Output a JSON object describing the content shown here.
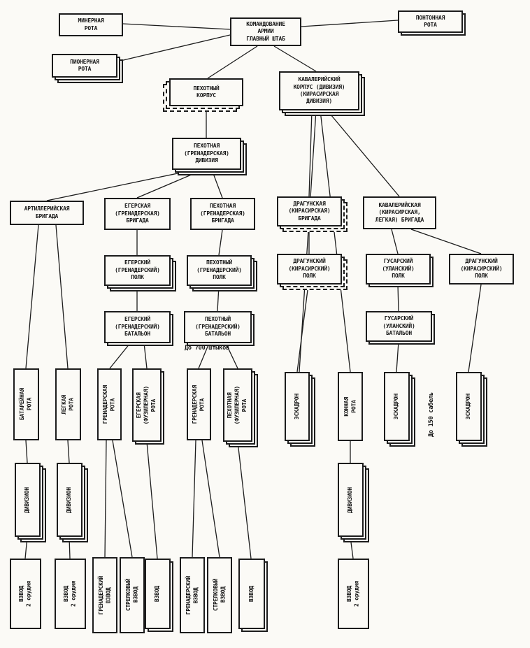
{
  "diagram": {
    "language": "ru",
    "subject": "Army organization chart"
  },
  "nodes": {
    "command": "КОМАНДОВАНИЕ\nАРМИИ\nГЛАВНЫЙ ШТАБ",
    "miner_company": "МИНЕРНАЯ\nРОТА",
    "pioneer_company": "ПИОНЕРНАЯ\nРОТА",
    "pontoon_company": "ПОНТОННАЯ\nРОТА",
    "infantry_corps": "ПЕХОТНЫЙ\nКОРПУС",
    "cavalry_corps": "КАВАЛЕРИЙСКИЙ\nКОРПУС (ДИВИЗИЯ)\n(КИРАСИРСКАЯ\nДИВИЗИЯ)",
    "infantry_division": "ПЕХОТНАЯ\n(ГРЕНАДЕРСКАЯ)\nДИВИЗИЯ",
    "artillery_brigade": "АРТИЛЛЕРИЙСКАЯ\nБРИГАДА",
    "jaeger_brigade": "ЕГЕРСКАЯ\n(ГРЕНАДЕРСКАЯ)\nБРИГАДА",
    "infantry_brigade": "ПЕХОТНАЯ\n(ГРЕНАДЕРСКАЯ)\nБРИГАДА",
    "dragoon_brigade": "ДРАГУНСКАЯ\n(КИРАСИРСКАЯ)\nБРИГАДА",
    "cavalry_brigade": "КАВАЛЕРИЙСКАЯ\n(КИРАСИРСКАЯ,\nЛЕГКАЯ) БРИГАДА",
    "jaeger_regiment": "ЕГЕРСКИЙ\n(ГРЕНАДЕРСКИЙ)\nПОЛК",
    "infantry_regiment": "ПЕХОТНЫЙ\n(ГРЕНАДЕРСКИЙ)\nПОЛК",
    "dragoon_regiment": "ДРАГУНСКИЙ\n(КИРАСИРСКИЙ)\nПОЛК",
    "hussar_regiment": "ГУСАРСКИЙ\n(УЛАНСКИЙ)\nПОЛК",
    "jaeger_battalion": "ЕГЕРСКИЙ\n(ГРЕНАДЕРСКИЙ)\nБАТАЛЬОН",
    "infantry_battalion": "ПЕХОТНЫЙ\n(ГРЕНАДЕРСКИЙ)\nБАТАЛЬОН",
    "hussar_battalion": "ГУСАРСКИЙ\n(УЛАНСКИЙ)\nБАТАЛЬОН",
    "battery_company": "БАТАРЕЙНАЯ\nРОТА",
    "light_company": "ЛЕГКАЯ\nРОТА",
    "grenadier_company": "ГРЕНАДЕРСКАЯ\nРОТА",
    "jaeger_company": "ЕГЕРСКАЯ\n(ФУЗИЛЕРНАЯ)\nРОТА",
    "infantry_company": "ПЕХОТНАЯ\n(ФУЗИЛЕРНАЯ)\nРОТА",
    "squadron": "ЭСКАДРОН",
    "horse_company": "КОННАЯ\nРОТА",
    "divizion": "ДИВИЗИОН",
    "platoon_guns": "ВЗВОД\n2 орудия",
    "grenadier_platoon": "ГРЕНАДЕРСКИЙ\nВЗВОД",
    "rifle_platoon": "СТРЕЛКОВЫЙ\nВЗВОД",
    "platoon": "ВЗВОД"
  },
  "annotations": {
    "bayonets_note": "До 700 штыков",
    "sabers_note": "До 150 сабель"
  }
}
